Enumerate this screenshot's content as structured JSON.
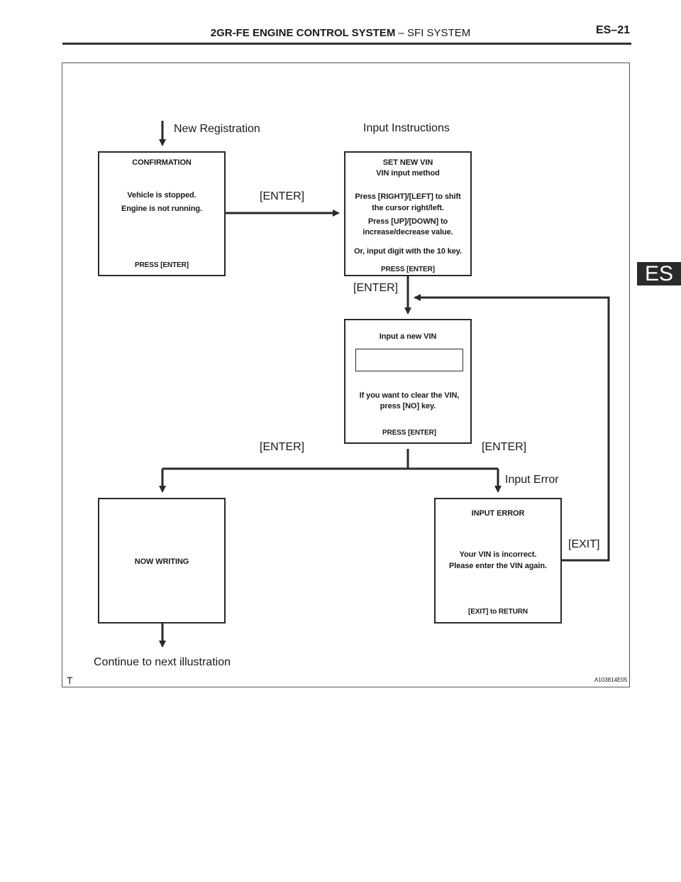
{
  "header": {
    "title_bold": "2GR-FE ENGINE CONTROL SYSTEM",
    "title_sep": " – ",
    "title_rest": "SFI SYSTEM",
    "page": "ES–21"
  },
  "side_tab": "ES",
  "figure": {
    "labels": {
      "new_registration": "New Registration",
      "input_instructions": "Input Instructions",
      "enter_1": "[ENTER]",
      "enter_2": "[ENTER]",
      "enter_3": "[ENTER]",
      "enter_4": "[ENTER]",
      "input_error": "Input Error",
      "exit": "[EXIT]",
      "continue": "Continue to next illustration",
      "corner_t": "T",
      "figure_code": "A103814E05"
    },
    "confirmation": {
      "title": "CONFIRMATION",
      "line1": "Vehicle is stopped.",
      "line2": "Engine is not running.",
      "footer": "PRESS [ENTER]"
    },
    "set_new_vin": {
      "title": "SET NEW VIN",
      "subtitle": "VIN input method",
      "line1": "Press [RIGHT]/[LEFT] to shift",
      "line2": "the cursor right/left.",
      "line3": "Press [UP]/[DOWN]  to",
      "line4": "increase/decrease value.",
      "line5": "Or, input digit with the 10 key.",
      "footer": "PRESS [ENTER]"
    },
    "input_vin": {
      "title": "Input a new VIN",
      "line1": "If you want to clear the VIN,",
      "line2": "press [NO] key.",
      "footer": "PRESS [ENTER]"
    },
    "now_writing": {
      "text": "NOW WRITING"
    },
    "input_error": {
      "title": "INPUT  ERROR",
      "line1": "Your VIN is incorrect.",
      "line2": "Please enter the VIN again.",
      "footer": "[EXIT] to RETURN"
    }
  }
}
